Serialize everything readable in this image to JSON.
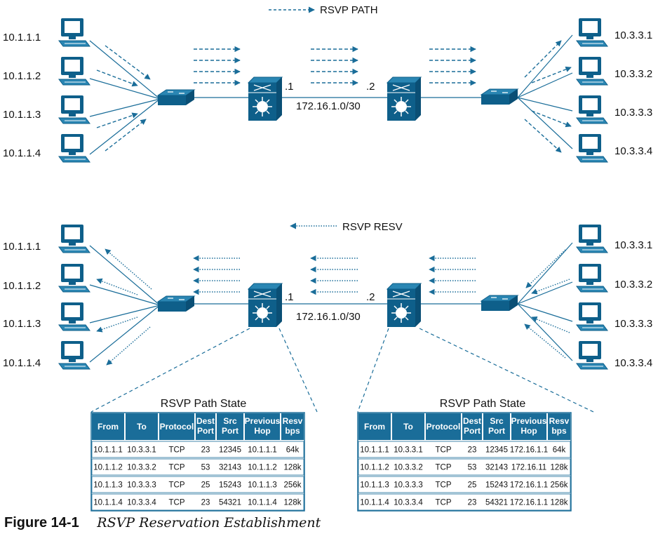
{
  "top": {
    "legend": "RSVP PATH",
    "left_hosts": [
      "10.1.1.1",
      "10.1.1.2",
      "10.1.1.3",
      "10.1.1.4"
    ],
    "right_hosts": [
      "10.3.3.1",
      "10.3.3.2",
      "10.3.3.3",
      "10.3.3.4"
    ],
    "router_left_iface": ".1",
    "router_right_iface": ".2",
    "network": "172.16.1.0/30"
  },
  "bottom": {
    "legend": "RSVP RESV",
    "left_hosts": [
      "10.1.1.1",
      "10.1.1.2",
      "10.1.1.3",
      "10.1.1.4"
    ],
    "right_hosts": [
      "10.3.3.1",
      "10.3.3.2",
      "10.3.3.3",
      "10.3.3.4"
    ],
    "router_left_iface": ".1",
    "router_right_iface": ".2",
    "network": "172.16.1.0/30"
  },
  "tables": [
    {
      "title": "RSVP Path State",
      "headers": [
        [
          "From"
        ],
        [
          "To"
        ],
        [
          "Protocol"
        ],
        [
          "Dest",
          "Port"
        ],
        [
          "Src",
          "Port"
        ],
        [
          "Previous",
          "Hop"
        ],
        [
          "Resv",
          "bps"
        ]
      ],
      "rows": [
        [
          "10.1.1.1",
          "10.3.3.1",
          "TCP",
          "23",
          "12345",
          "10.1.1.1",
          "64k"
        ],
        [
          "10.1.1.2",
          "10.3.3.2",
          "TCP",
          "53",
          "32143",
          "10.1.1.2",
          "128k"
        ],
        [
          "10.1.1.3",
          "10.3.3.3",
          "TCP",
          "25",
          "15243",
          "10.1.1.3",
          "256k"
        ],
        [
          "10.1.1.4",
          "10.3.3.4",
          "TCP",
          "23",
          "54321",
          "10.1.1.4",
          "128k"
        ]
      ]
    },
    {
      "title": "RSVP Path State",
      "headers": [
        [
          "From"
        ],
        [
          "To"
        ],
        [
          "Protocol"
        ],
        [
          "Dest",
          "Port"
        ],
        [
          "Src",
          "Port"
        ],
        [
          "Previous",
          "Hop"
        ],
        [
          "Resv",
          "bps"
        ]
      ],
      "rows": [
        [
          "10.1.1.1",
          "10.3.3.1",
          "TCP",
          "23",
          "12345",
          "172.16.1.1",
          "64k"
        ],
        [
          "10.1.1.2",
          "10.3.3.2",
          "TCP",
          "53",
          "32143",
          "172.16.11",
          "128k"
        ],
        [
          "10.1.1.3",
          "10.3.3.3",
          "TCP",
          "25",
          "15243",
          "172.16.1.1",
          "256k"
        ],
        [
          "10.1.1.4",
          "10.3.3.4",
          "TCP",
          "23",
          "54321",
          "172.16.1.1",
          "128k"
        ]
      ]
    }
  ],
  "caption": {
    "figure": "Figure 14-1",
    "text": "RSVP Reservation Establishment"
  },
  "colors": {
    "device": "#0e5f8a",
    "device_light": "#2a86b3",
    "table_header": "#1a6d99",
    "line": "#1a6d99"
  }
}
